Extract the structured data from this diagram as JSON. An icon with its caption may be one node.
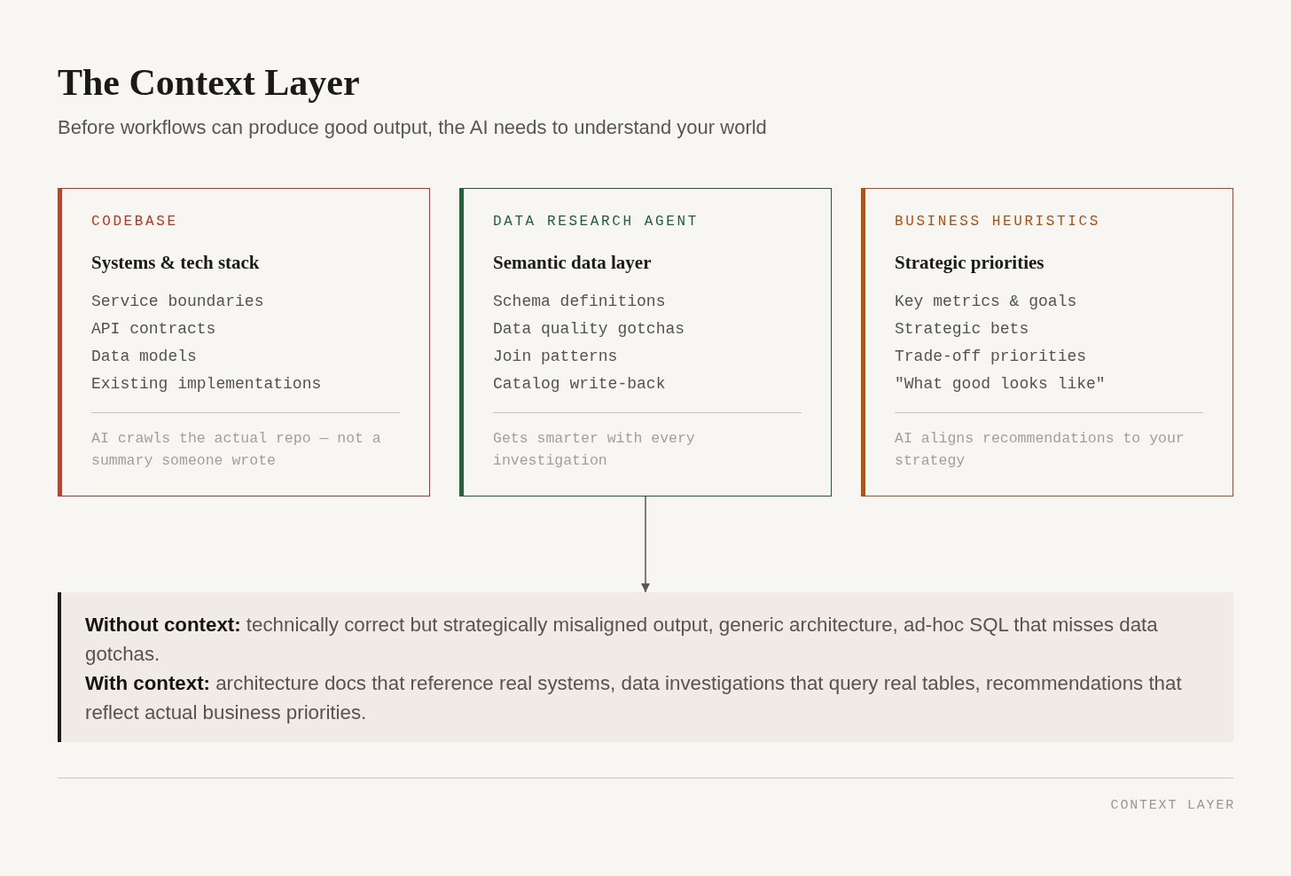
{
  "diagram": {
    "title": "The Context Layer",
    "nodes": [
      {
        "text": [
          "CODEBASE",
          "Systems & tech stack",
          "Service boundaries",
          "API contracts",
          "Data models",
          "Existing implementations",
          "AI crawls the actual repo — not a summary someone wrote"
        ]
      },
      {
        "text": [
          "DATA RESEARCH AGENT",
          "Semantic data layer",
          "Schema definitions",
          "Data quality gotchas",
          "Join patterns",
          "Catalog write-back",
          "Gets smarter with every investigation"
        ]
      },
      {
        "text": [
          "BUSINESS HEURISTICS",
          "Strategic priorities",
          "Key metrics & goals",
          "Strategic bets",
          "Trade-off priorities",
          "\"What good looks like\"",
          "AI aligns recommendations to your strategy"
        ]
      },
      {
        "text": [
          "**Without context:** technically correct but strategically misaligned output, generic architecture, ad-hoc SQL that misses data gotchas.",
          "**With context:** architecture docs that reference real systems, data investigations that query real tables, recommendations that reflect actual business priorities."
        ]
      }
    ],
    "edges": [
      {
        "from": 1,
        "to": 3,
        "arrow": "to"
      }
    ],
    "labels": [
      "Before workflows can produce good output, the AI needs to understand your world",
      "CONTEXT LAYER"
    ]
  }
}
